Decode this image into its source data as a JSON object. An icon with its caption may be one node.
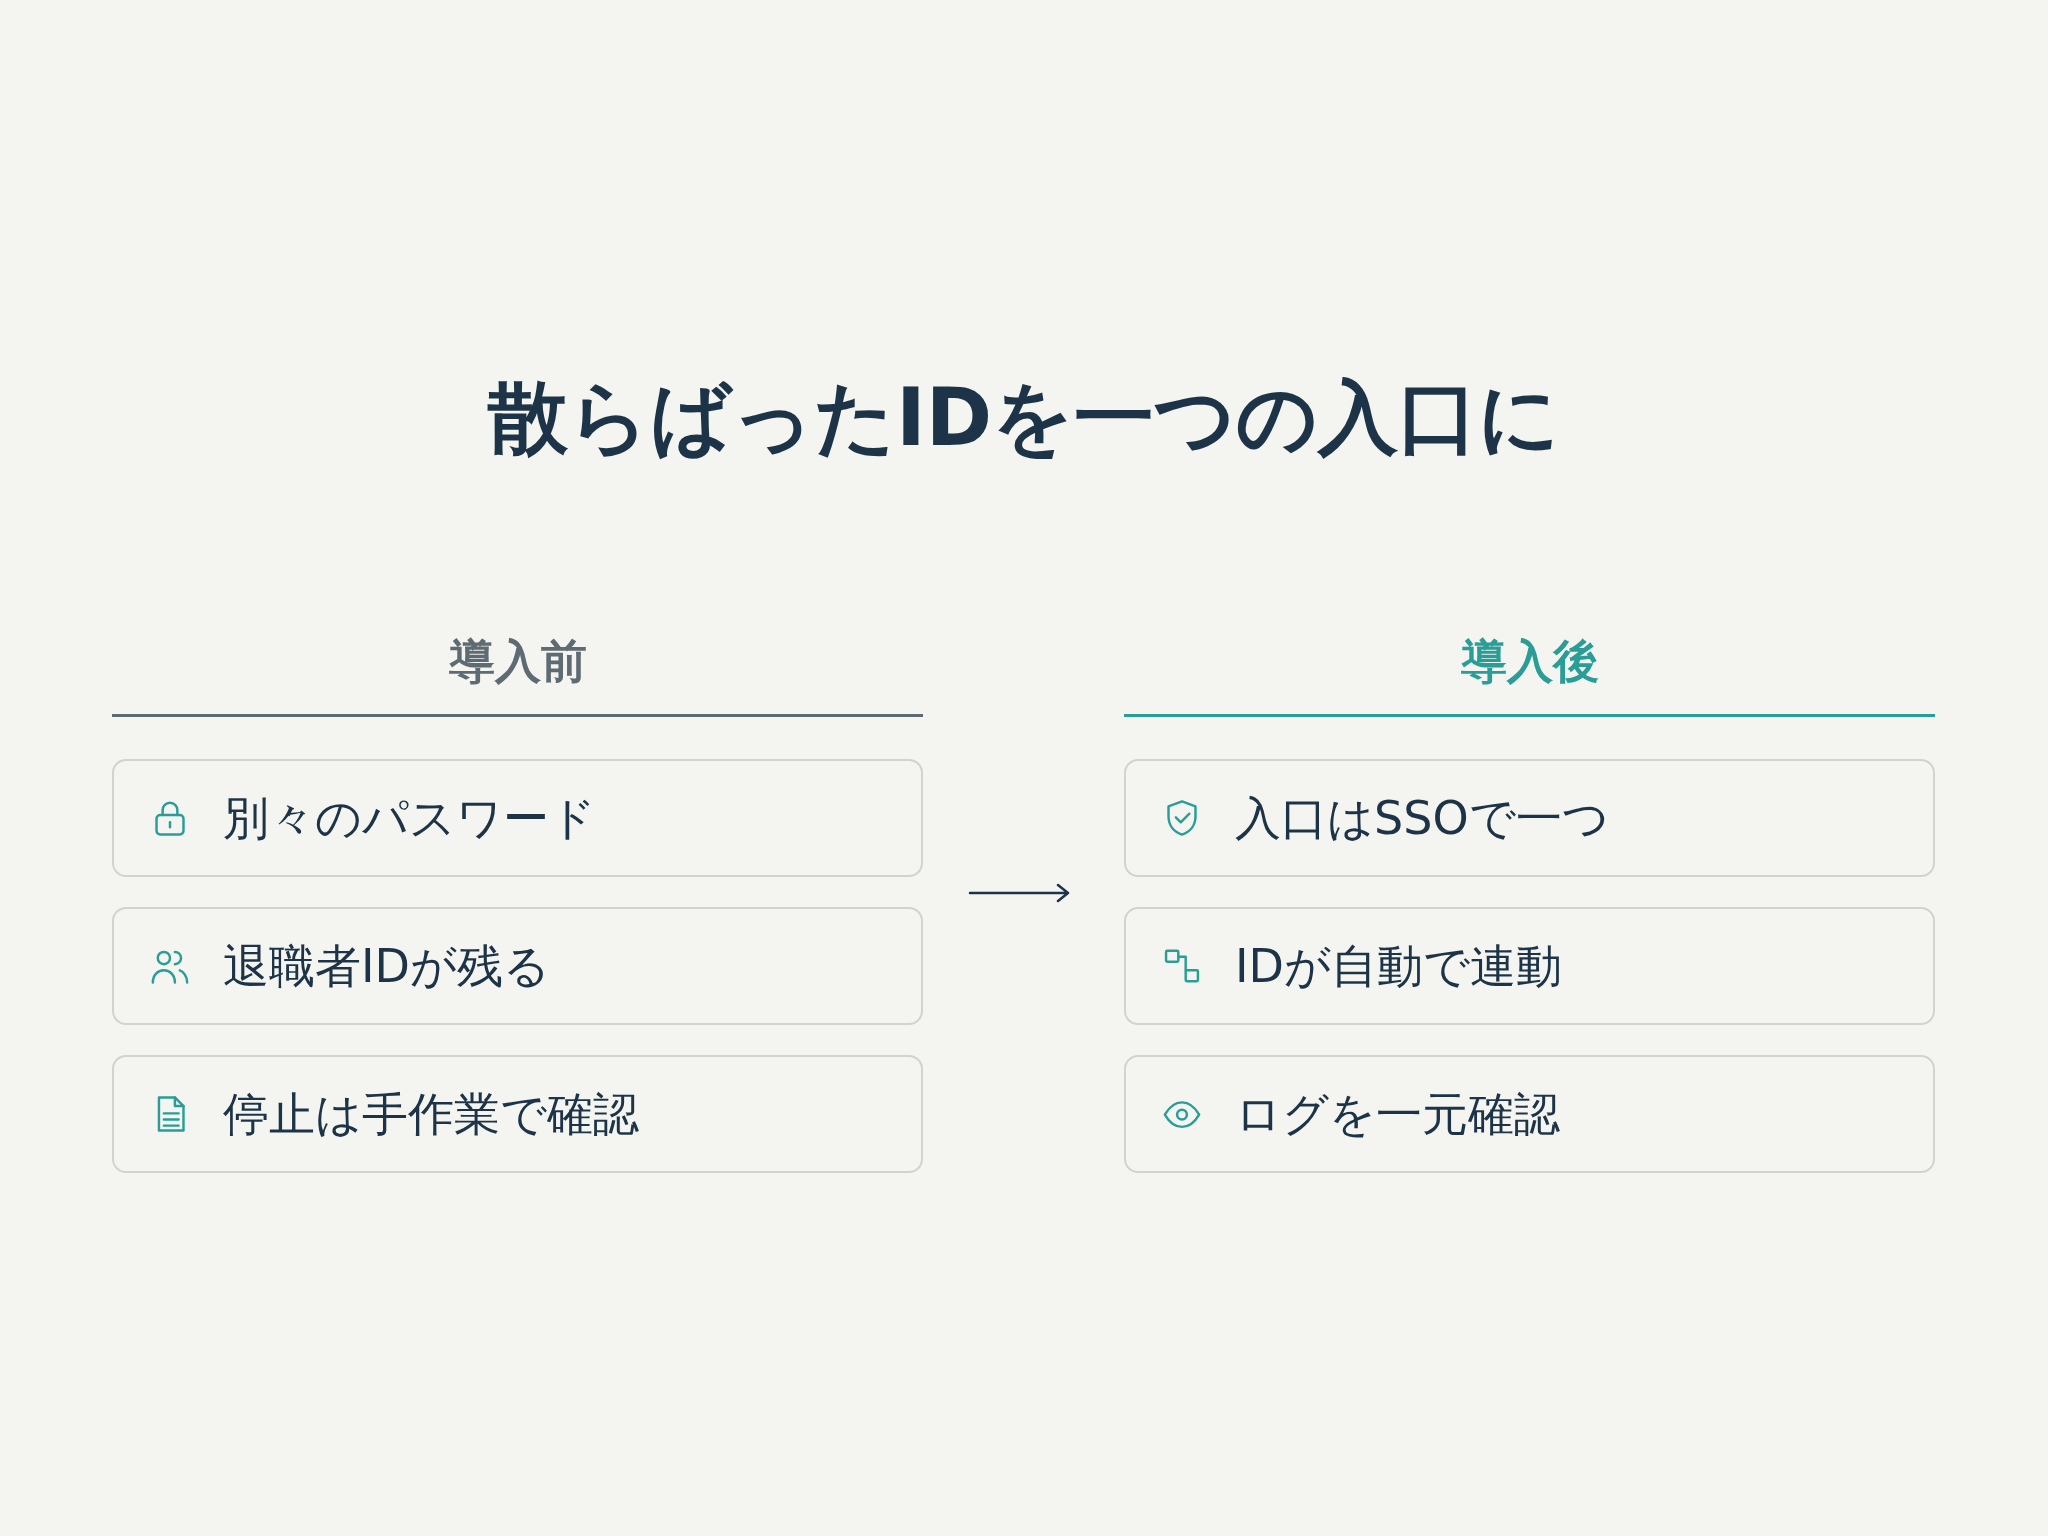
{
  "diagram": {
    "title": "散らばったIDを一つの入口に",
    "nodes": [
      {
        "text": [
          "別々のパスワード"
        ]
      },
      {
        "text": [
          "退職者IDが残る"
        ]
      },
      {
        "text": [
          "停止は手作業で確認"
        ]
      },
      {
        "text": [
          "入口はSSOで一つ"
        ]
      },
      {
        "text": [
          "IDが自動で連動"
        ]
      },
      {
        "text": [
          "ログを一元確認"
        ]
      }
    ],
    "labels": [
      "導入前",
      "導入後"
    ]
  }
}
